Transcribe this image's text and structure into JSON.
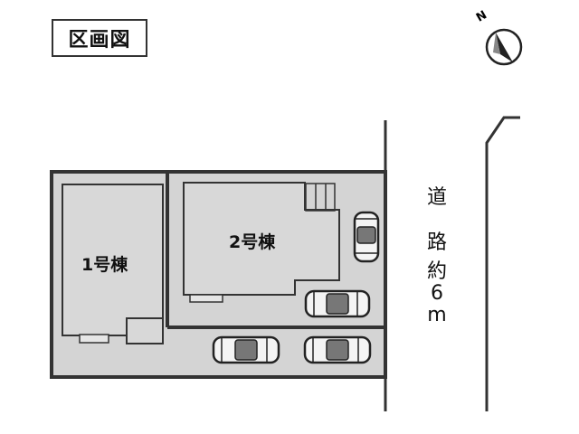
{
  "title": "区画図",
  "buildings": {
    "building1": "1号棟",
    "building2": "2号棟"
  },
  "road": {
    "chars": [
      "道",
      "路",
      "約",
      "6",
      "m"
    ]
  },
  "compass": {
    "north_letter": "N",
    "icon": "compass-north-icon"
  },
  "parking": {
    "icon": "car-icon",
    "count": 4
  },
  "colors": {
    "lot_fill": "#d4d4d4",
    "outline": "#333333",
    "building_fill": "#dcdcdc"
  }
}
